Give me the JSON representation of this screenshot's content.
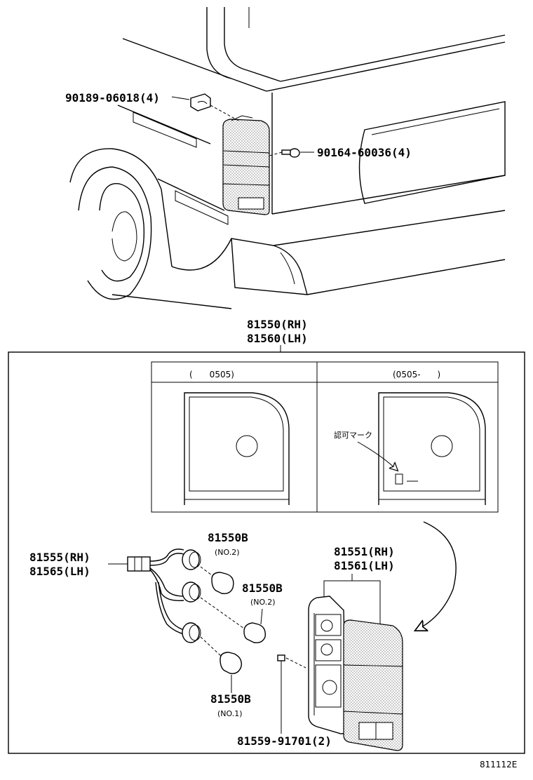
{
  "labels": {
    "clip_part": "90189-06018(4)",
    "screw_part": "90164-60036(4)",
    "lamp_assy_rh": "81550(RH)",
    "lamp_assy_lh": "81560(LH)",
    "socket_rh": "81555(RH)",
    "socket_lh": "81565(LH)",
    "bulb_top": "81550B",
    "bulb_top_note": "(NO.2)",
    "bulb_mid": "81550B",
    "bulb_mid_note": "(NO.2)",
    "bulb_bottom": "81550B",
    "bulb_bottom_note": "(NO.1)",
    "lens_rh": "81551(RH)",
    "lens_lh": "81561(LH)",
    "lens_screw": "81559-91701(2)",
    "variant_left_header": "(　　0505)",
    "variant_right_header": "(0505-　　)",
    "approval_mark": "認可マーク",
    "figure_code": "811112E"
  },
  "colors": {
    "line": "#000000",
    "background": "#ffffff"
  },
  "icons": [
    "bulb-icon",
    "socket-icon",
    "screw-icon",
    "clip-icon",
    "connector-icon"
  ]
}
